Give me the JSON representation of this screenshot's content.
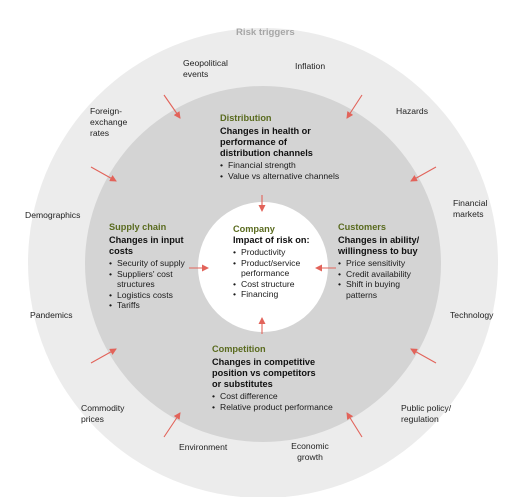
{
  "title": "Risk triggers",
  "triggers": {
    "geopolitical": [
      "Geopolitical",
      "events"
    ],
    "inflation": [
      "Inflation"
    ],
    "hazards": [
      "Hazards"
    ],
    "financial_markets": [
      "Financial",
      "markets"
    ],
    "technology": [
      "Technology"
    ],
    "public_policy": [
      "Public policy/",
      "regulation"
    ],
    "economic_growth": [
      "Economic",
      "growth"
    ],
    "environment": [
      "Environment"
    ],
    "commodity_prices": [
      "Commodity",
      "prices"
    ],
    "pandemics": [
      "Pandemics"
    ],
    "demographics": [
      "Demographics"
    ],
    "fx_rates": [
      "Foreign-",
      "exchange",
      "rates"
    ]
  },
  "distribution": {
    "title": "Distribution",
    "heading": [
      "Changes in health or",
      "performance of",
      "distribution channels"
    ],
    "items": [
      "Financial strength",
      "Value vs alternative channels"
    ]
  },
  "supply_chain": {
    "title": "Supply chain",
    "heading": [
      "Changes in input",
      "costs"
    ],
    "items": [
      "Security of supply",
      "Suppliers' cost structures",
      "Logistics costs",
      "Tariffs"
    ]
  },
  "customers": {
    "title": "Customers",
    "heading": [
      "Changes in ability/",
      "willingness to buy"
    ],
    "items": [
      "Price sensitivity",
      "Credit availability",
      "Shift in buying patterns"
    ]
  },
  "competition": {
    "title": "Competition",
    "heading": [
      "Changes in competitive",
      "position vs competitors",
      "or substitutes"
    ],
    "items": [
      "Cost difference",
      "Relative product performance"
    ]
  },
  "company": {
    "title": "Company",
    "heading": "Impact of risk on:",
    "items": [
      "Productivity",
      "Product/service performance",
      "Cost structure",
      "Financing"
    ]
  },
  "colors": {
    "outer_ring": "#ececec",
    "inner_disc": "#d4d4d4",
    "arrow": "#e2635a",
    "section_title": "#5a6b1f",
    "ring_title": "#a6a6a6"
  }
}
